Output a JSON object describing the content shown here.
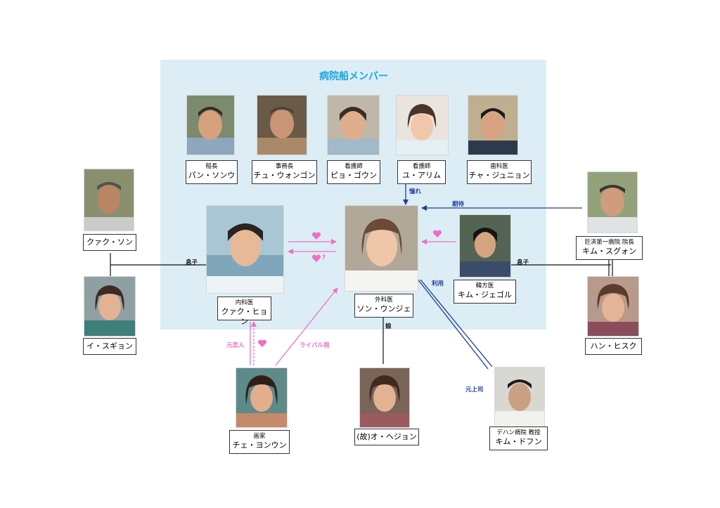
{
  "header": {
    "group_title": "病院船メンバー"
  },
  "members": {
    "captain": {
      "role": "船長",
      "name": "パン・ソンウ"
    },
    "office": {
      "role": "事務長",
      "name": "チュ・ウォンゴン"
    },
    "nurse1": {
      "role": "看護師",
      "name": "ピョ・ゴウン"
    },
    "nurse2": {
      "role": "看護師",
      "name": "ユ・アリム"
    },
    "dentist": {
      "role": "歯科医",
      "name": "チャ・ジュニョン"
    },
    "internist": {
      "role": "内科医",
      "name": "クァク・ヒョン"
    },
    "surgeon": {
      "role": "外科医",
      "name": "ソン・ウンジェ"
    },
    "oriental": {
      "role": "韓方医",
      "name": "キム・ジェゴル"
    }
  },
  "others": {
    "father": {
      "name": "クァク・ソン"
    },
    "mother": {
      "name": "イ・スギョン"
    },
    "director": {
      "role": "巨済第一病院 院長",
      "name": "キム・スグォン"
    },
    "director_wife": {
      "name": "ハン・ヒスク"
    },
    "painter": {
      "role": "画家",
      "name": "チェ・ヨンウン"
    },
    "surgeon_mother": {
      "name": "(故)オ・ヘジョン"
    },
    "professor": {
      "role": "デハン病院 教授",
      "name": "キム・ドフン"
    }
  },
  "relations": {
    "admire": "憧れ",
    "expect": "期待",
    "son_left": "息子",
    "son_right": "息子",
    "use": "利用",
    "daughter": "娘",
    "ex_lover": "元恋人",
    "rival": "ライバル視",
    "ex_boss": "元上司",
    "question": "?"
  },
  "colors": {
    "panel": "#dcedf5",
    "title": "#1aa7e0",
    "pink": "#ee6fc4",
    "navy": "#1d3f9a",
    "black": "#111111"
  }
}
